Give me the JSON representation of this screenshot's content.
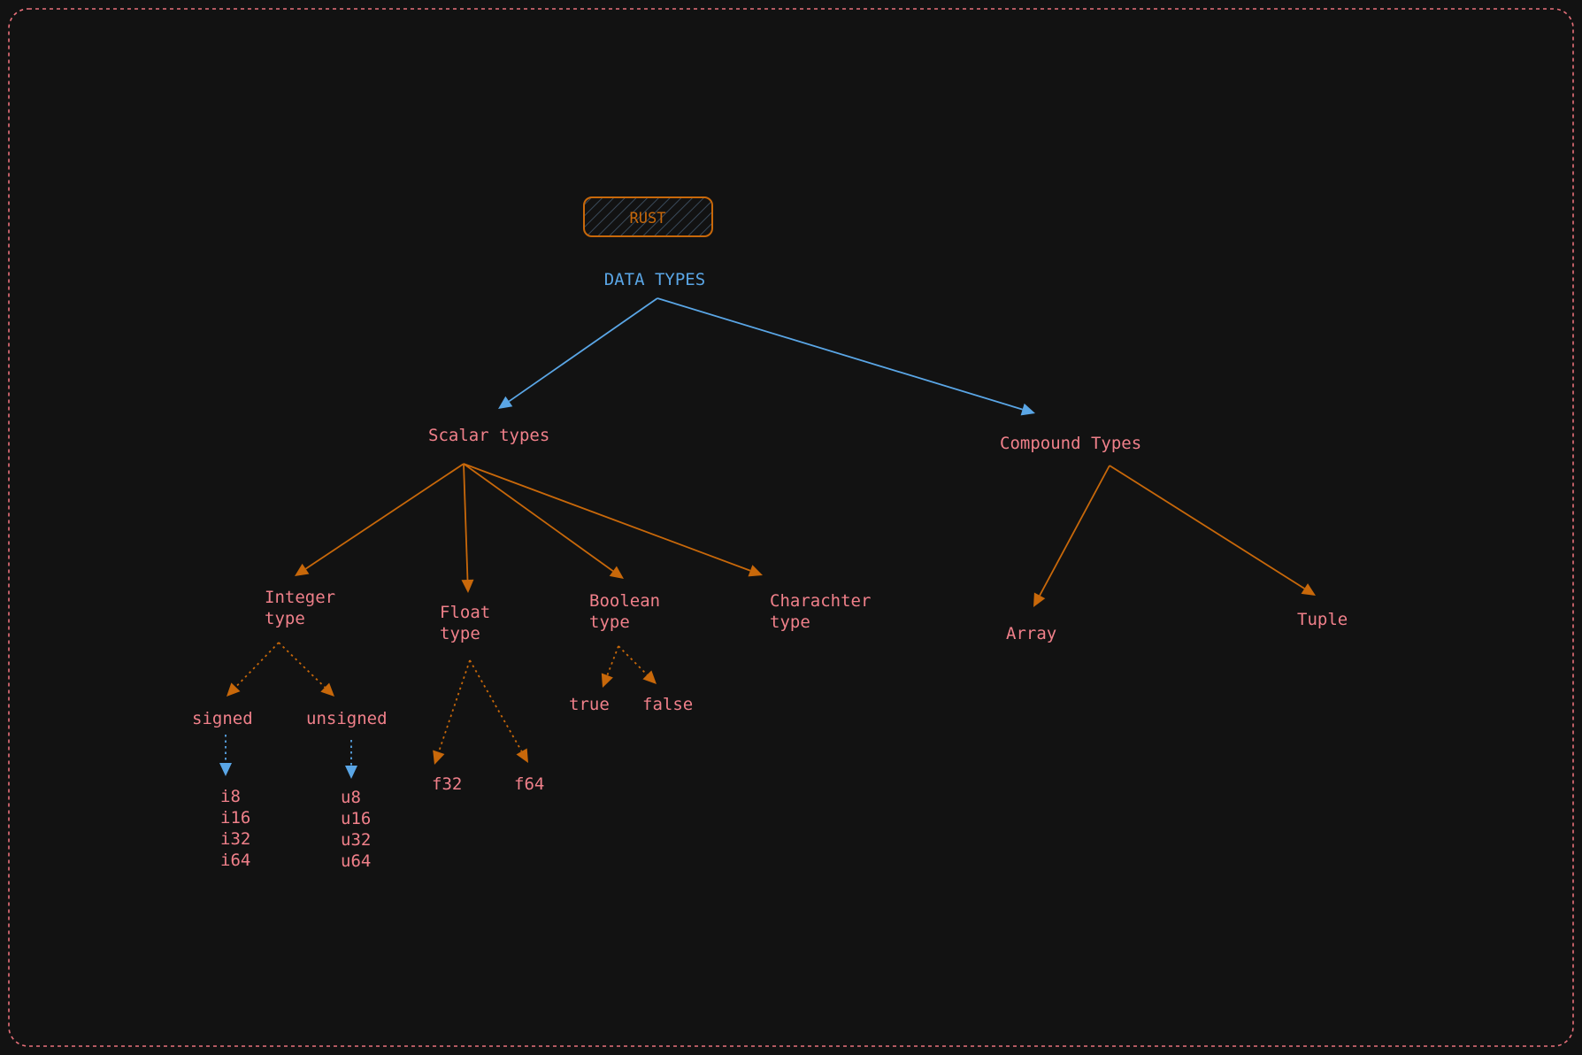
{
  "colors": {
    "background": "#121212",
    "frame": "#e8707a",
    "label": "#f0808a",
    "blue": "#5aa6e6",
    "orange": "#c8680a"
  },
  "diagram": {
    "root_badge": "RUST",
    "root": "DATA TYPES",
    "scalar": "Scalar types",
    "compound": "Compound Types",
    "integer": [
      "Integer",
      "type"
    ],
    "float": [
      "Float",
      "type"
    ],
    "boolean": [
      "Boolean",
      "type"
    ],
    "character": [
      "Charachter",
      "type"
    ],
    "array": "Array",
    "tuple": "Tuple",
    "signed": "signed",
    "unsigned": "unsigned",
    "signed_types": [
      "i8",
      "i16",
      "i32",
      "i64"
    ],
    "unsigned_types": [
      "u8",
      "u16",
      "u32",
      "u64"
    ],
    "f32": "f32",
    "f64": "f64",
    "bool_true": "true",
    "bool_false": "false"
  }
}
